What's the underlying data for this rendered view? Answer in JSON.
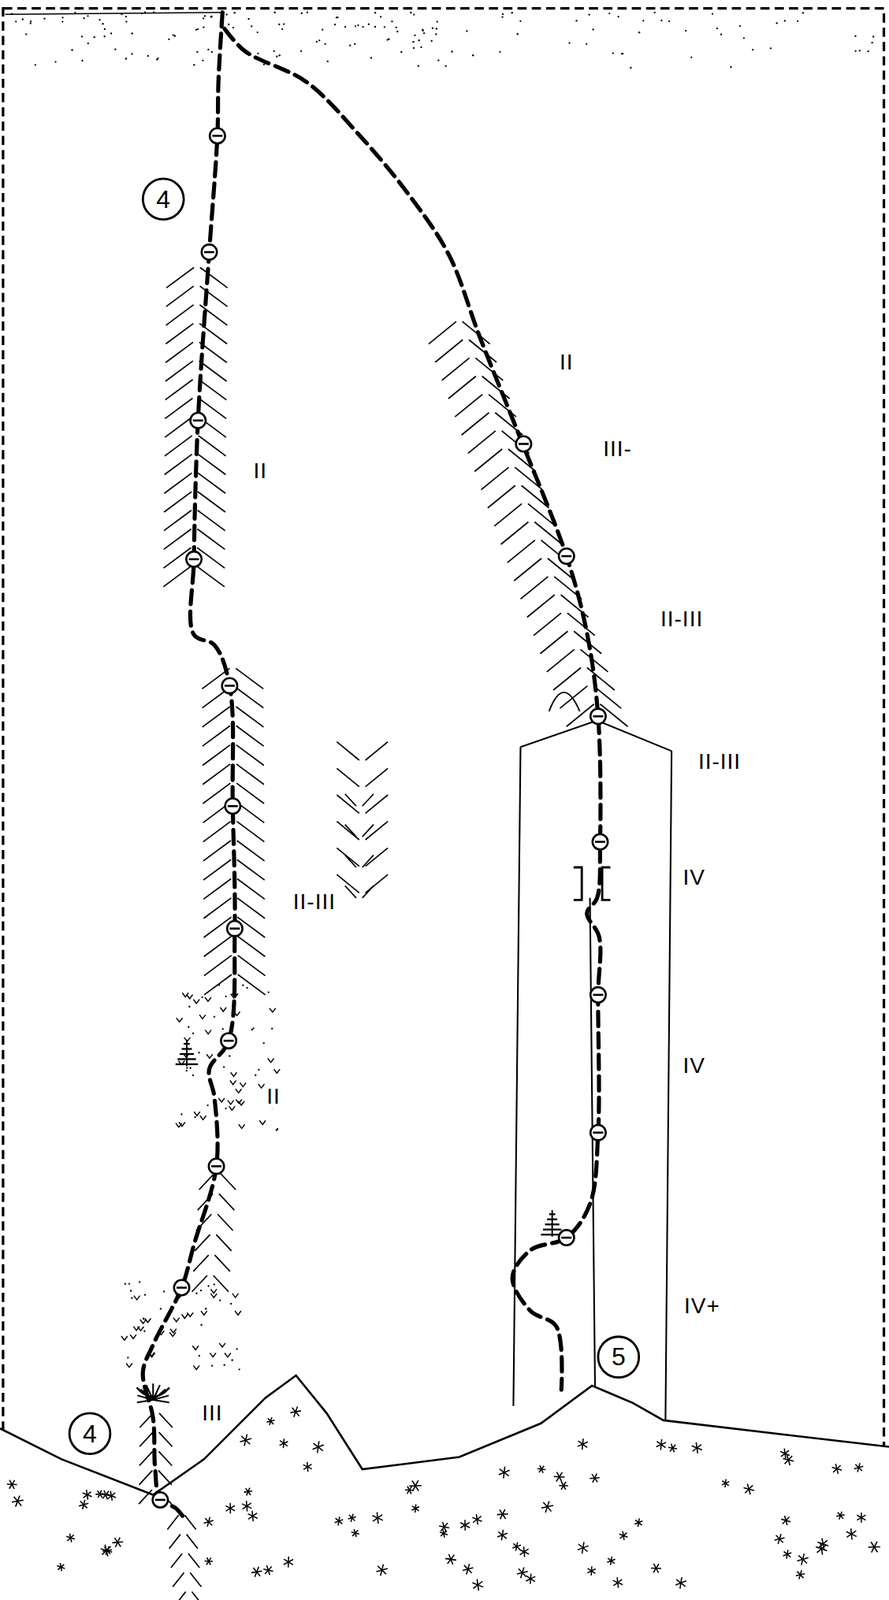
{
  "diagram": {
    "labels": [
      "4",
      "II",
      "III-",
      "II",
      "II-III",
      "II-III",
      "II-III",
      "IV",
      "II",
      "IV",
      "IV+",
      "5",
      "4",
      "III"
    ]
  }
}
